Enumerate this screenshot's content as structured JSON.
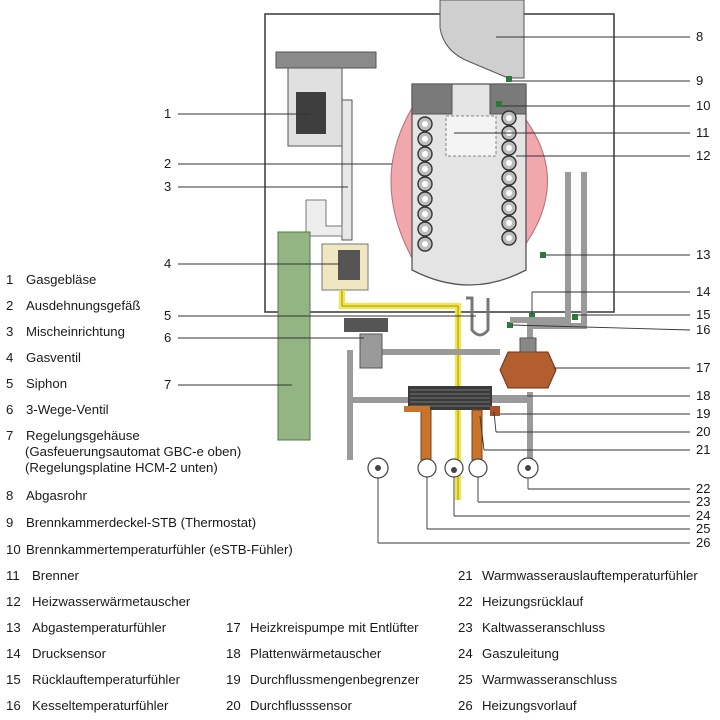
{
  "callouts": [
    "1",
    "2",
    "3",
    "4",
    "5",
    "6",
    "7",
    "8",
    "9",
    "10",
    "11",
    "12",
    "13",
    "14",
    "15",
    "16",
    "17",
    "18",
    "19",
    "20",
    "21",
    "22",
    "23",
    "24",
    "25",
    "26"
  ],
  "legend": [
    {
      "num": "1",
      "text": "Gasgebläse"
    },
    {
      "num": "2",
      "text": "Ausdehnungsgefäß"
    },
    {
      "num": "3",
      "text": "Mischeinrichtung"
    },
    {
      "num": "4",
      "text": "Gasventil"
    },
    {
      "num": "5",
      "text": "Siphon"
    },
    {
      "num": "6",
      "text": "3-Wege-Ventil"
    },
    {
      "num": "7",
      "text": "Regelungsgehäuse",
      "lines": [
        "(Gasfeuerungsautomat GBC-e oben)",
        "(Regelungsplatine HCM-2 unten)"
      ]
    },
    {
      "num": "8",
      "text": "Abgasrohr"
    },
    {
      "num": "9",
      "text": "Brennkammerdeckel-STB (Thermostat)"
    },
    {
      "num": "10",
      "text": "Brennkammertemperaturfühler (eSTB-Fühler)"
    },
    {
      "num": "11",
      "text": "Brenner"
    },
    {
      "num": "12",
      "text": "Heizwasserwärmetauscher"
    },
    {
      "num": "13",
      "text": "Abgastemperaturfühler"
    },
    {
      "num": "14",
      "text": "Drucksensor"
    },
    {
      "num": "15",
      "text": "Rücklauftemperaturfühler"
    },
    {
      "num": "16",
      "text": "Kesseltemperaturfühler"
    },
    {
      "num": "17",
      "text": "Heizkreispumpe mit Entlüfter"
    },
    {
      "num": "18",
      "text": "Plattenwärmetauscher"
    },
    {
      "num": "19",
      "text": "Durchflussmengenbegrenzer"
    },
    {
      "num": "20",
      "text": "Durchflusssensor"
    },
    {
      "num": "21",
      "text": "Warmwasserauslauftemperaturfühler"
    },
    {
      "num": "22",
      "text": "Heizungsrücklauf"
    },
    {
      "num": "23",
      "text": "Kaltwasseranschluss"
    },
    {
      "num": "24",
      "text": "Gaszuleitung"
    },
    {
      "num": "25",
      "text": "Warmwasseranschluss"
    },
    {
      "num": "26",
      "text": "Heizungsvorlauf"
    }
  ]
}
